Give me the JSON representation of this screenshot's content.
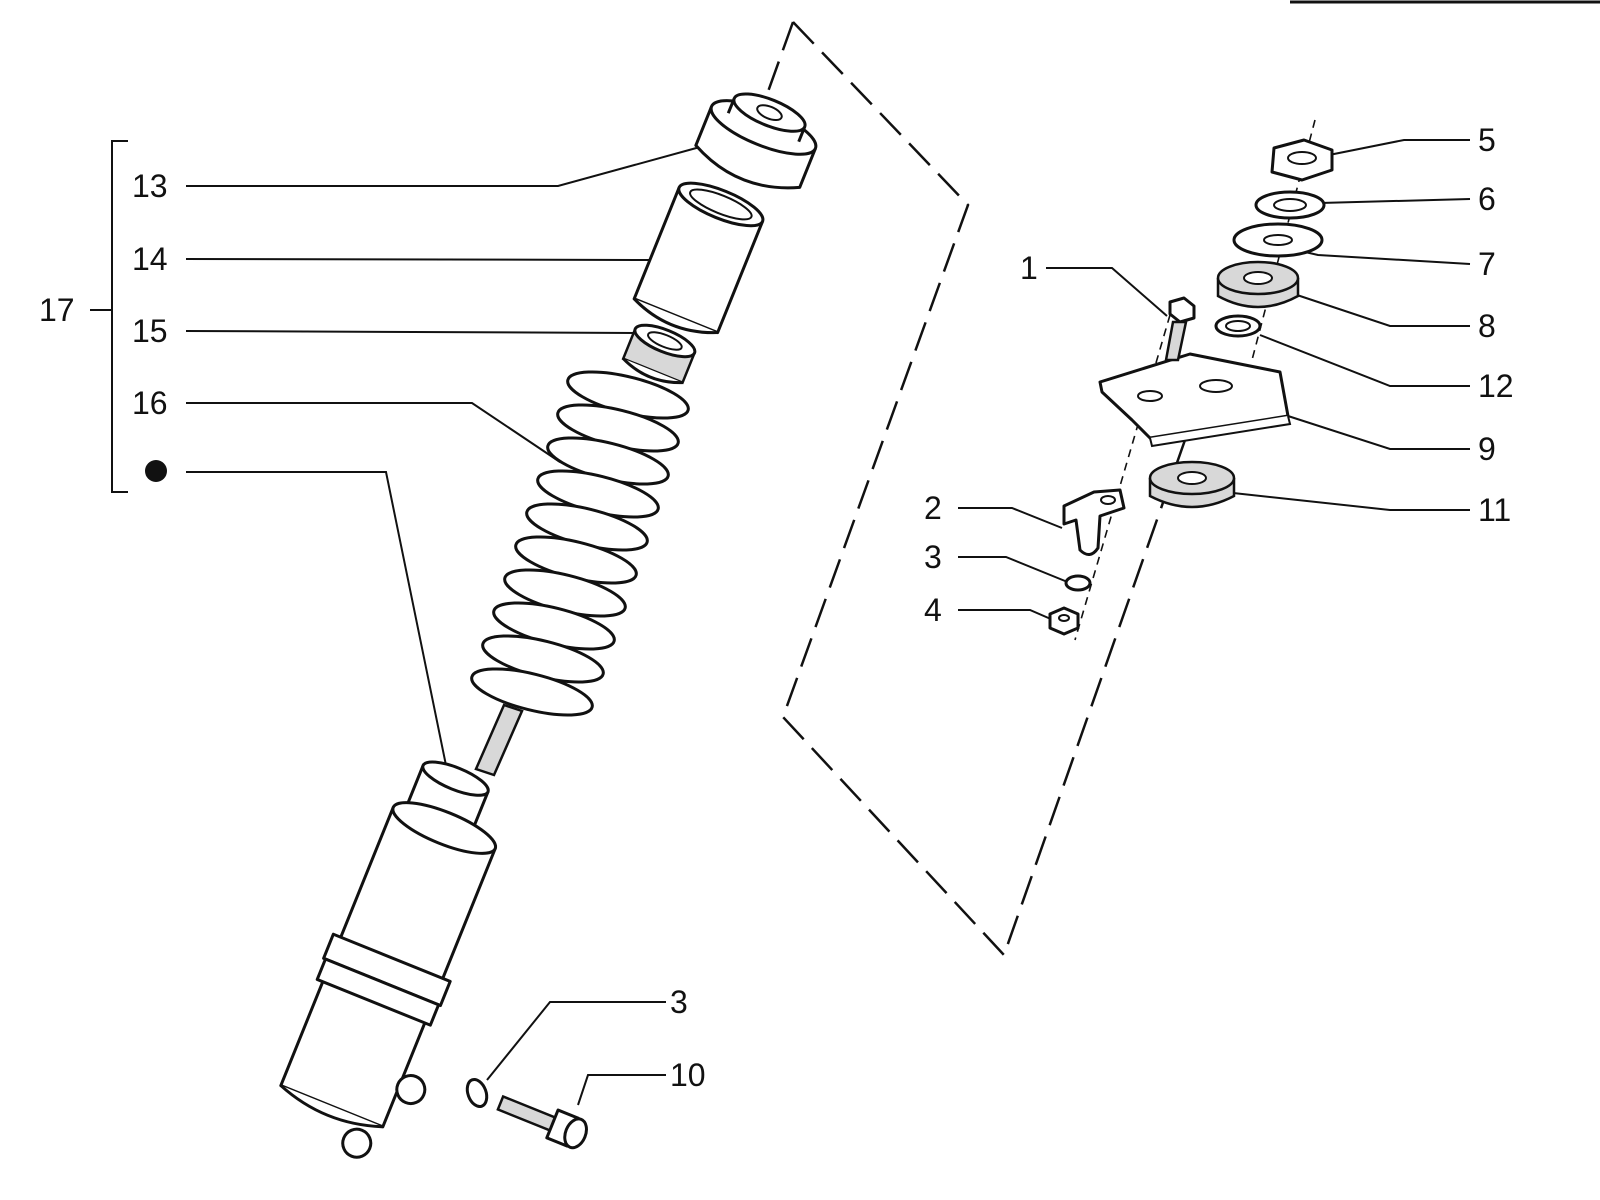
{
  "callouts": {
    "p1": "1",
    "p2": "2",
    "p3_top": "3",
    "p3_bottom": "3",
    "p4": "4",
    "p5": "5",
    "p6": "6",
    "p7": "7",
    "p8": "8",
    "p9": "9",
    "p10": "10",
    "p11": "11",
    "p12": "12",
    "p13": "13",
    "p14": "14",
    "p15": "15",
    "p16": "16",
    "p17": "17"
  },
  "colors": {
    "ink": "#111111",
    "paper": "#ffffff",
    "shade": "#d8d8d8"
  },
  "symbols": {
    "kit_marker": "filled-circle-marker"
  }
}
